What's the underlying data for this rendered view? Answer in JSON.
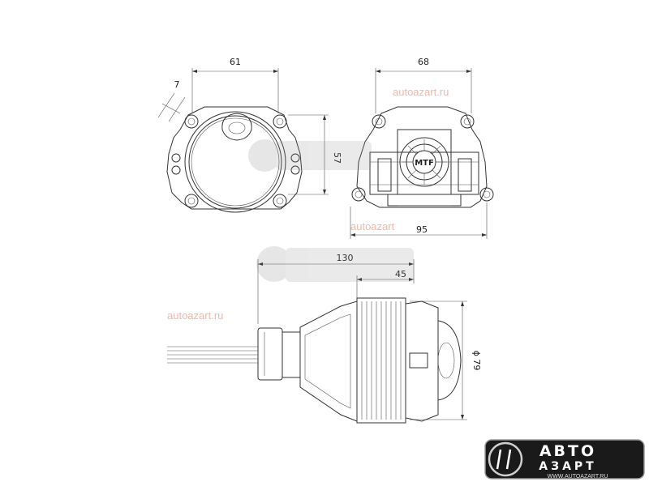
{
  "dimensions": {
    "front_width": "61",
    "flange": "7",
    "height": "57",
    "back_width": "68",
    "back_overall": "95",
    "side_length": "130",
    "side_depth": "45",
    "diameter": "ϕ 79"
  },
  "watermarks": {
    "site_1": "autoazart.ru",
    "site_2": "autoazart",
    "site_3": "autoazart.ru"
  },
  "logo": {
    "word_top": "АВТО",
    "word_bottom": "АЗАРТ",
    "url": "WWW.AUTOAZART.RU"
  },
  "mtf_badge": "MTF",
  "colors": {
    "logo_bg": "#1a1a1a",
    "logo_text": "#ffffff",
    "watermark": "#f2b8a8",
    "line": "#333333"
  }
}
